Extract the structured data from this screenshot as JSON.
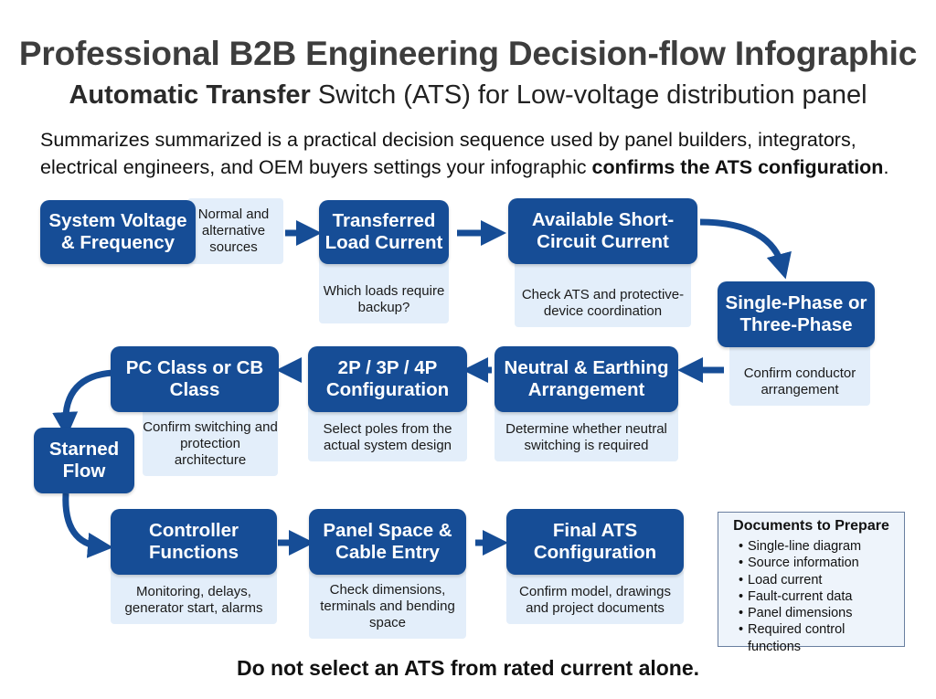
{
  "header": {
    "title": "Professional B2B Engineering Decision-flow Infographic",
    "subtitle_bold": "Automatic Transfer",
    "subtitle_rest": " Switch (ATS) for Low-voltage distribution panel",
    "summary_text": "Summarizes summarized is a practical decision sequence used by panel builders, integrators, electrical engineers, and OEM buyers settings your infographic ",
    "summary_bold": "confirms the ATS configuration",
    "summary_end": "."
  },
  "steps": {
    "voltage": {
      "title": "System Voltage & Frequency",
      "note": "Normal and alternative sources"
    },
    "load": {
      "title": "Transferred Load Current",
      "note": "Which loads require backup?"
    },
    "short_circuit": {
      "title": "Available Short-Circuit Current",
      "note": "Check ATS and protective-device coordination"
    },
    "phase": {
      "title": "Single-Phase or Three-Phase",
      "note": "Confirm conductor arrangement"
    },
    "neutral": {
      "title": "Neutral & Earthing Arrangement",
      "note": "Determine whether neutral switching is required"
    },
    "poles": {
      "title": "2P / 3P / 4P Configuration",
      "note": "Select poles from the actual system design"
    },
    "class": {
      "title": "PC Class or CB Class",
      "note": "Confirm switching and protection architecture"
    },
    "starned": {
      "title": "Starned Flow"
    },
    "controller": {
      "title": "Controller Functions",
      "note": "Monitoring, delays, generator start, alarms"
    },
    "panel": {
      "title": "Panel Space & Cable Entry",
      "note": "Check dimensions, terminals and bending space"
    },
    "final": {
      "title": "Final ATS Configuration",
      "note": "Confirm model, drawings and project documents"
    }
  },
  "documents": {
    "title": "Documents to Prepare",
    "items": [
      "Single-line diagram",
      "Source information",
      "Load current",
      "Fault-current data",
      "Panel dimensions",
      "Required control functions"
    ]
  },
  "footer": "Do not select an ATS from rated current alone.",
  "colors": {
    "box": "#164d96",
    "note": "#e3eefa",
    "arrow": "#164d96"
  }
}
